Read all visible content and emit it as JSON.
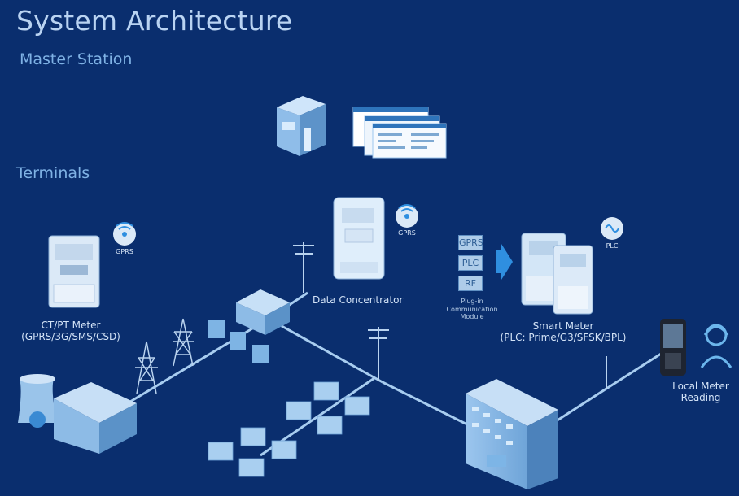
{
  "title": "System Architecture",
  "sections": {
    "master": "Master Station",
    "terminals": "Terminals"
  },
  "labels": {
    "ctpt_meter": "CT/PT Meter",
    "ctpt_comm": "(GPRS/3G/SMS/CSD)",
    "data_concentrator": "Data Concentrator",
    "smart_meter": "Smart Meter",
    "smart_meter_comm": "(PLC: Prime/G3/SFSK/BPL)",
    "plugin_module_1": "Plug-in",
    "plugin_module_2": "Communication",
    "plugin_module_3": "Module",
    "local_reading_1": "Local Meter",
    "local_reading_2": "Reading"
  },
  "badges": {
    "gprs_left": "GPRS",
    "gprs_center": "GPRS",
    "plc": "PLC"
  },
  "modules": [
    "GPRS",
    "PLC",
    "RF"
  ],
  "colors": {
    "background": "#0a2e6e",
    "title": "#b9d3f2",
    "section": "#7fb2e5",
    "line": "#a8cdf0",
    "accent": "#2f8fe0"
  }
}
